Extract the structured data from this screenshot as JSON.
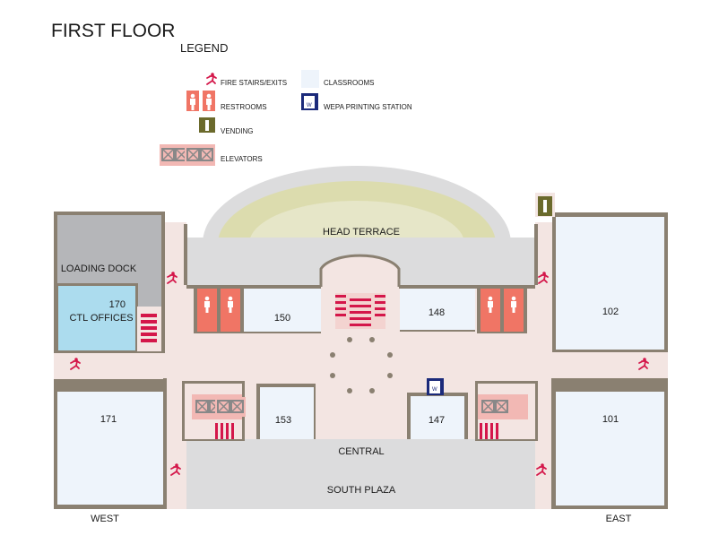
{
  "title": "FIRST FLOOR",
  "legend": {
    "heading": "LEGEND",
    "items": {
      "fire": "FIRE STAIRS/EXITS",
      "restrooms": "RESTROOMS",
      "vending": "VENDING",
      "elevators": "ELEVATORS",
      "classrooms": "CLASSROOMS",
      "wepa": "WEPA PRINTING STATION"
    }
  },
  "rooms": {
    "loading_dock": "LOADING DOCK",
    "ctl_number": "170",
    "ctl_name": "CTL OFFICES",
    "head_terrace": "HEAD TERRACE",
    "r150": "150",
    "r148": "148",
    "r102": "102",
    "r171": "171",
    "r153": "153",
    "r147": "147",
    "r101": "101",
    "central": "CENTRAL",
    "south_plaza": "SOUTH PLAZA"
  },
  "directions": {
    "west": "WEST",
    "east": "EAST"
  },
  "wepa_letter": "W",
  "colors": {
    "wall": "#8a8071",
    "corridor": "#f3e5e2",
    "classroom": "#eef4fb",
    "loading": "#b5b6b9",
    "ctl": "#acdcee",
    "restroom": "#f07565",
    "stairs": "#d4174a",
    "elevator": "#f2b8b4",
    "vending": "#6b6a2c",
    "wepa": "#1b2a7a",
    "terrace": "#dcdcdd",
    "lawn": "#dcdcae"
  }
}
